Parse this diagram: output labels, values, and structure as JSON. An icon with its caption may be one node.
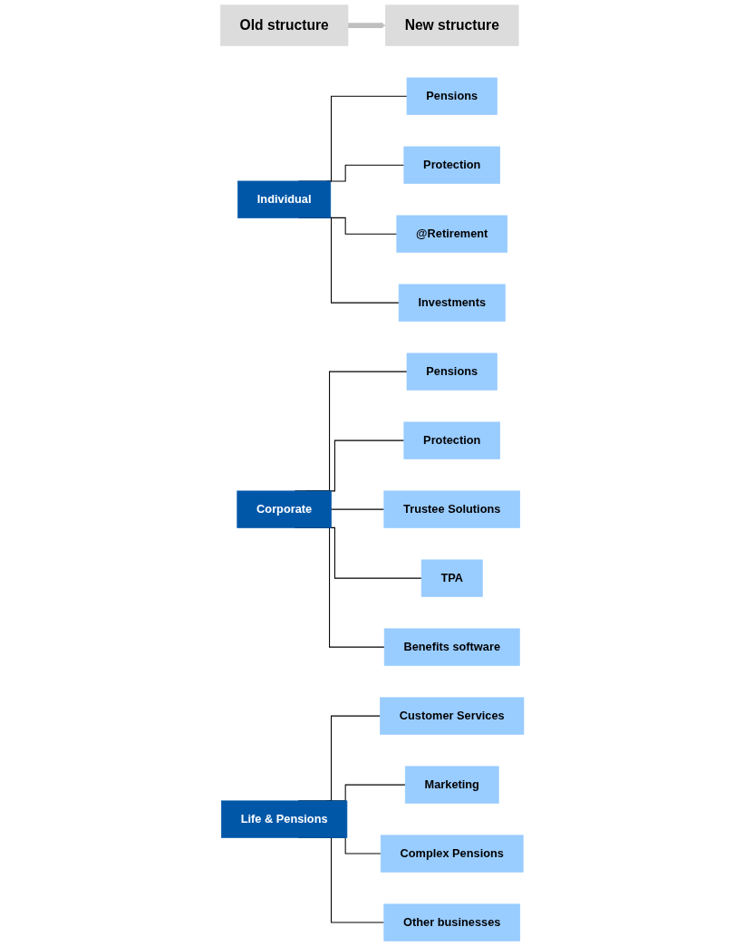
{
  "diagram": {
    "nodes": [
      {
        "text": [
          "Old structure"
        ]
      },
      {
        "text": [
          "Individual"
        ]
      },
      {
        "text": [
          "Pensions"
        ]
      },
      {
        "text": [
          "Protection"
        ]
      },
      {
        "text": [
          "@Retirement"
        ]
      },
      {
        "text": [
          "Investments"
        ]
      },
      {
        "text": [
          "Corporate"
        ]
      },
      {
        "text": [
          "Pensions"
        ]
      },
      {
        "text": [
          "Protection"
        ]
      },
      {
        "text": [
          "Trustee Solutions"
        ]
      },
      {
        "text": [
          "TPA"
        ]
      },
      {
        "text": [
          "Benefits software"
        ]
      },
      {
        "text": [
          "New structure"
        ]
      },
      {
        "text": [
          "Life & Pensions"
        ]
      },
      {
        "text": [
          "Customer Services"
        ]
      },
      {
        "text": [
          "Marketing"
        ]
      },
      {
        "text": [
          "Complex Pensions"
        ]
      },
      {
        "text": [
          "Other businesses"
        ]
      }
    ],
    "edges": [
      {
        "from": 1,
        "to": 2,
        "arrow": "none"
      },
      {
        "from": 1,
        "to": 3,
        "arrow": "none"
      },
      {
        "from": 1,
        "to": 4,
        "arrow": "none"
      },
      {
        "from": 1,
        "to": 5,
        "arrow": "none"
      },
      {
        "from": 6,
        "to": 7,
        "arrow": "none"
      },
      {
        "from": 6,
        "to": 8,
        "arrow": "none"
      },
      {
        "from": 6,
        "to": 9,
        "arrow": "none"
      },
      {
        "from": 6,
        "to": 10,
        "arrow": "none"
      },
      {
        "from": 6,
        "to": 11,
        "arrow": "none"
      },
      {
        "from": 0,
        "to": 12,
        "arrow": "to",
        "style": "thick",
        "color": "#bfbfbf"
      },
      {
        "from": 13,
        "to": 14,
        "arrow": "none"
      },
      {
        "from": 13,
        "to": 15,
        "arrow": "none"
      },
      {
        "from": 13,
        "to": 16,
        "arrow": "none"
      },
      {
        "from": 13,
        "to": 17,
        "arrow": "none"
      }
    ]
  }
}
